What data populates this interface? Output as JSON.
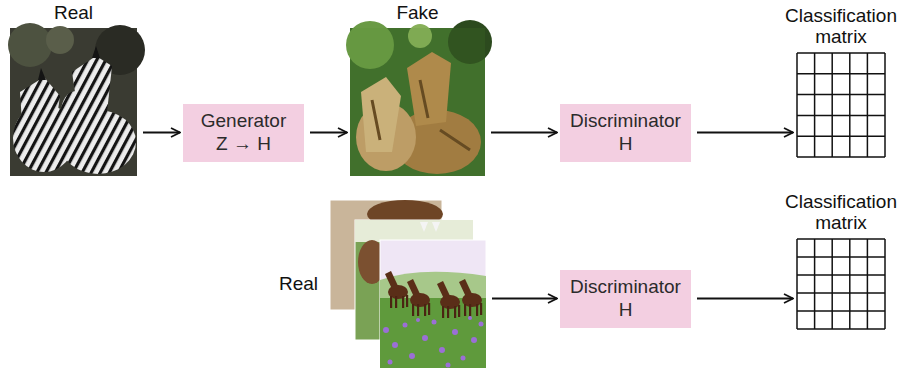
{
  "diagram": {
    "nodes": [
      {
        "text": [
          "Real"
        ]
      },
      {
        "text": [
          "Generator",
          "Z → H"
        ]
      },
      {
        "text": [
          "Fake"
        ]
      },
      {
        "text": [
          "Discriminator",
          "H"
        ]
      },
      {
        "text": [
          "Classification matrix"
        ]
      },
      {
        "text": [
          "Real"
        ]
      },
      {
        "text": [
          "Discriminator",
          "H"
        ]
      },
      {
        "text": [
          "Classification matrix"
        ]
      }
    ],
    "edges": [
      {
        "from": 0,
        "to": 1,
        "arrow": "to"
      },
      {
        "from": 1,
        "to": 2,
        "arrow": "to"
      },
      {
        "from": 2,
        "to": 3,
        "arrow": "to"
      },
      {
        "from": 3,
        "to": 4,
        "arrow": "to"
      },
      {
        "from": 5,
        "to": 6,
        "arrow": "to"
      },
      {
        "from": 6,
        "to": 7,
        "arrow": "to"
      }
    ]
  }
}
